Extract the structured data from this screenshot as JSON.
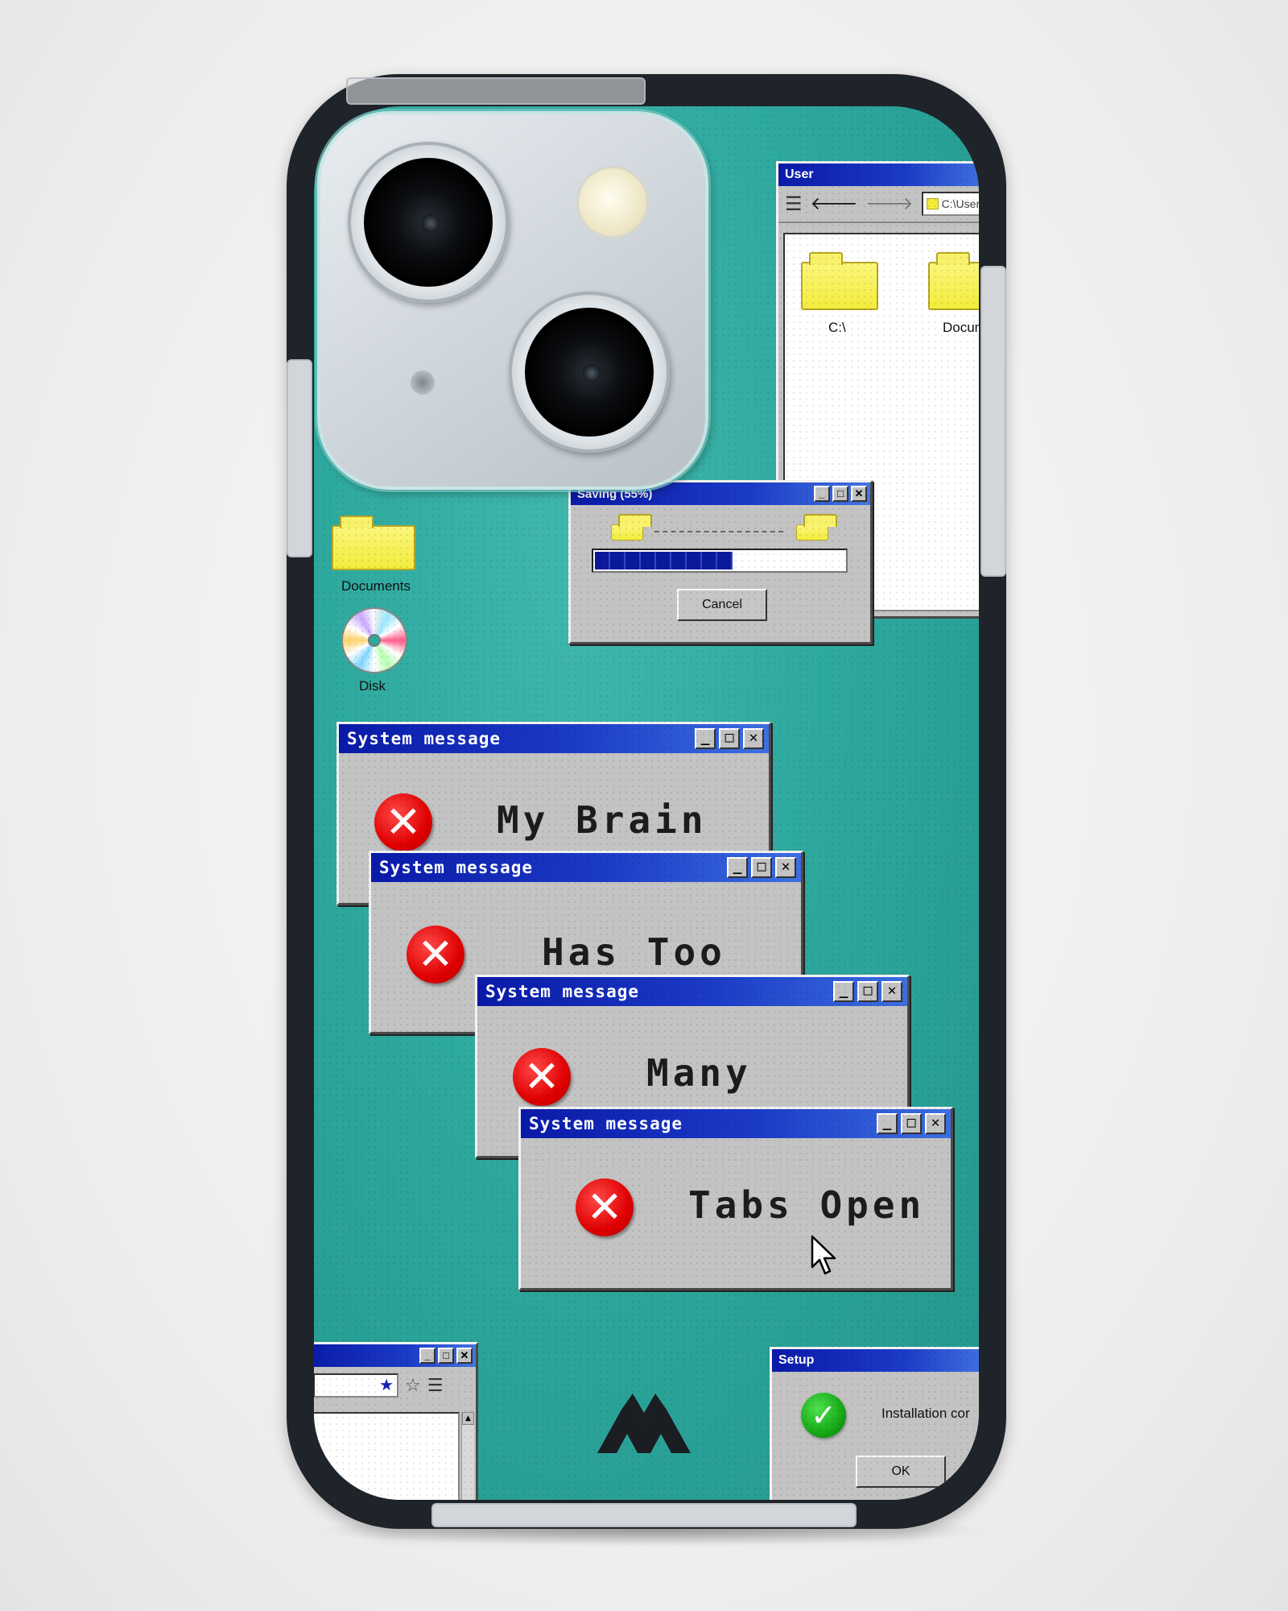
{
  "explorer": {
    "title": "User",
    "address": "C:\\User\\",
    "items": [
      {
        "label": "C:\\"
      },
      {
        "label": "Docum"
      }
    ]
  },
  "saving": {
    "title": "Saving (55%)",
    "progress": 0.55,
    "cancel_label": "Cancel"
  },
  "desktop": {
    "documents_label": "Documents",
    "disk_label": "Disk"
  },
  "messages": [
    {
      "title": "System message",
      "text": "My Brain"
    },
    {
      "title": "System message",
      "text": "Has Too"
    },
    {
      "title": "System message",
      "text": "Many"
    },
    {
      "title": "System message",
      "text": "Tabs Open"
    }
  ],
  "setup": {
    "title": "Setup",
    "text": "Installation cor",
    "ok_label": "OK"
  },
  "colors": {
    "desktop": "#2ea99e",
    "titlebar": "#0a1aa8",
    "window": "#c3c3c3",
    "error": "#e00000",
    "folder": "#f2ec3c",
    "case": "#1f232a"
  }
}
